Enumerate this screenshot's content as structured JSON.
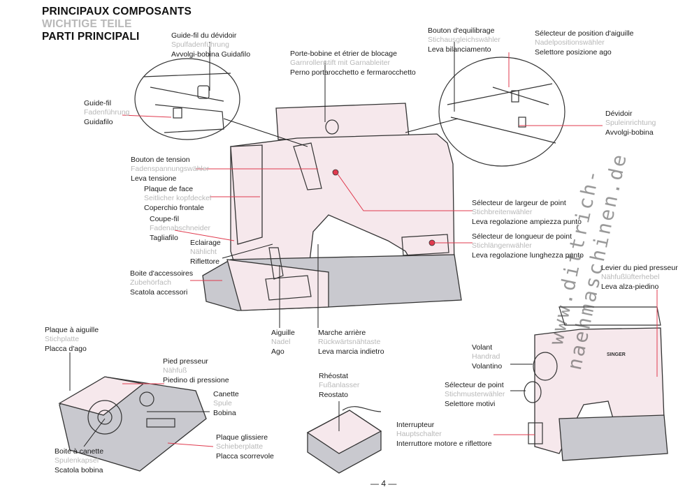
{
  "heading": {
    "fr": "PRINCIPAUX COMPOSANTS",
    "de": "WICHTIGE TEILE",
    "it": "PARTI PRINCIPALI"
  },
  "labels": {
    "guide_fil_devidoir": {
      "fr": "Guide-fil du dévidoir",
      "de": "Spulfadenführung",
      "it": "Avvolgi-bobina Guidafilo"
    },
    "guide_fil": {
      "fr": "Guide-fil",
      "de": "Fadenführung",
      "it": "Guidafilo"
    },
    "porte_bobine": {
      "fr": "Porte-bobine et étrier de blocage",
      "de": "Garnrollenstift mit Garnableiter",
      "it": "Perno portarocchetto e fermarocchetto"
    },
    "bouton_equilibrage": {
      "fr": "Bouton d'equilibrage",
      "de": "Stichausgleichswähler",
      "it": "Leva  bilanciamento"
    },
    "selecteur_position": {
      "fr": "Sélecteur de position d'aiguille",
      "de": "Nadelpositionswähler",
      "it": "Selettore posizione ago"
    },
    "devidoir": {
      "fr": "Dévidoir",
      "de": "Spuleinrichtung",
      "it": "Avvolgi-bobina"
    },
    "bouton_tension": {
      "fr": "Bouton de tension",
      "de": "Fadenspannungswähler",
      "it": "Leva  tensione"
    },
    "plaque_face": {
      "fr": "Plaque de face",
      "de": "Seitlicher kopfdeckel",
      "it": "Coperchio frontale"
    },
    "coupe_fil": {
      "fr": "Coupe-fil",
      "de": "Fadenabschneider",
      "it": "Tagliafilo"
    },
    "eclairage": {
      "fr": "Eclairage",
      "de": "Nählicht",
      "it": "Riflettore"
    },
    "boite_accessoires": {
      "fr": "Boite d'accessoires",
      "de": "Zubehörfach",
      "it": "Scatola accessori"
    },
    "selecteur_largeur": {
      "fr": "Sélecteur de largeur de point",
      "de": "Stichbreitenwähler",
      "it": "Leva regolazione ampiezza punto"
    },
    "selecteur_longueur": {
      "fr": "Sélecteur de longueur de point",
      "de": "Stichlängenwähler",
      "it": "Leva regolazione lunghezza punto"
    },
    "levier_pied": {
      "fr": "Levier du pied presseur",
      "de": "Nähfußlüfterhebel",
      "it": "Leva alza-piedino"
    },
    "aiguille": {
      "fr": "Aiguille",
      "de": "Nadel",
      "it": "Ago"
    },
    "marche_arriere": {
      "fr": "Marche arrière",
      "de": "Rückwärtsnähtaste",
      "it": "Leva  marcia indietro"
    },
    "plaque_aiguille": {
      "fr": "Plaque à aiguille",
      "de": "Stichplatte",
      "it": "Placca d'ago"
    },
    "pied_presseur": {
      "fr": "Pied presseur",
      "de": "Nähfuß",
      "it": "Piedino di pressione"
    },
    "canette": {
      "fr": "Canette",
      "de": "Spule",
      "it": "Bobina"
    },
    "boite_canette": {
      "fr": "Boite à canette",
      "de": "Spulenkapsel",
      "it": "Scatola bobina"
    },
    "plaque_glissiere": {
      "fr": "Plaque glissiere",
      "de": "Schieberplatte",
      "it": "Placca scorrevole"
    },
    "rheostat": {
      "fr": "Rhéostat",
      "de": "Fußanlasser",
      "it": "Reostato"
    },
    "volant": {
      "fr": "Volant",
      "de": "Handrad",
      "it": "Volantino"
    },
    "selecteur_point": {
      "fr": "Sélecteur de point",
      "de": "Stichmusterwähler",
      "it": "Selettore motivi"
    },
    "interrupteur": {
      "fr": "Interrupteur",
      "de": "Hauptschalter",
      "it": "Interruttore motore e riflettore"
    }
  },
  "brand_label": "SINGER",
  "page_number": "— 4 —",
  "watermark": "www.dittrich-naehmaschinen.de",
  "colors": {
    "leader_line": "#e03a4e",
    "machine_body": "#f6e8ec",
    "base_grey": "#c9c9cf",
    "label_secondary": "#b8b8b8"
  },
  "icons": [
    "sewing-machine-main",
    "sewing-machine-back",
    "bobbin-area",
    "foot-pedal",
    "thread-guide-detail",
    "bobbin-winder-detail"
  ]
}
